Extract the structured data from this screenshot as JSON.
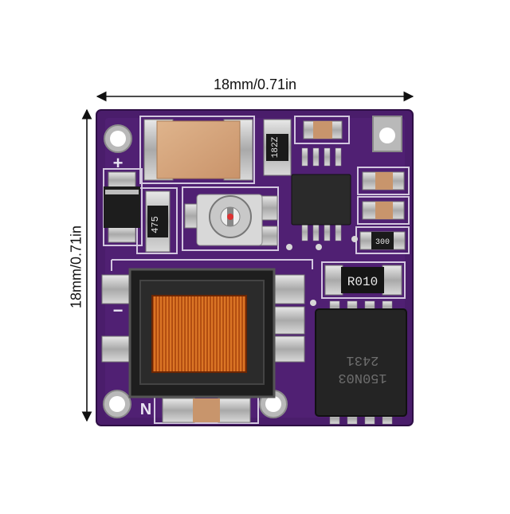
{
  "dimensions": {
    "width_label": "18mm/0.71in",
    "height_label": "18mm/0.71in"
  },
  "board": {
    "color": "#4a1d6b",
    "silkscreen_color": "#e9e4f2",
    "components": {
      "resistor_top": "182Z",
      "resistor_left": "475",
      "resistor_right": "300",
      "shunt_resistor": "R010",
      "mosfet_line1": "150N03",
      "mosfet_line2": "2431"
    },
    "silkscreen_marks": {
      "plus": "+",
      "minus": "−",
      "n": "N"
    }
  }
}
